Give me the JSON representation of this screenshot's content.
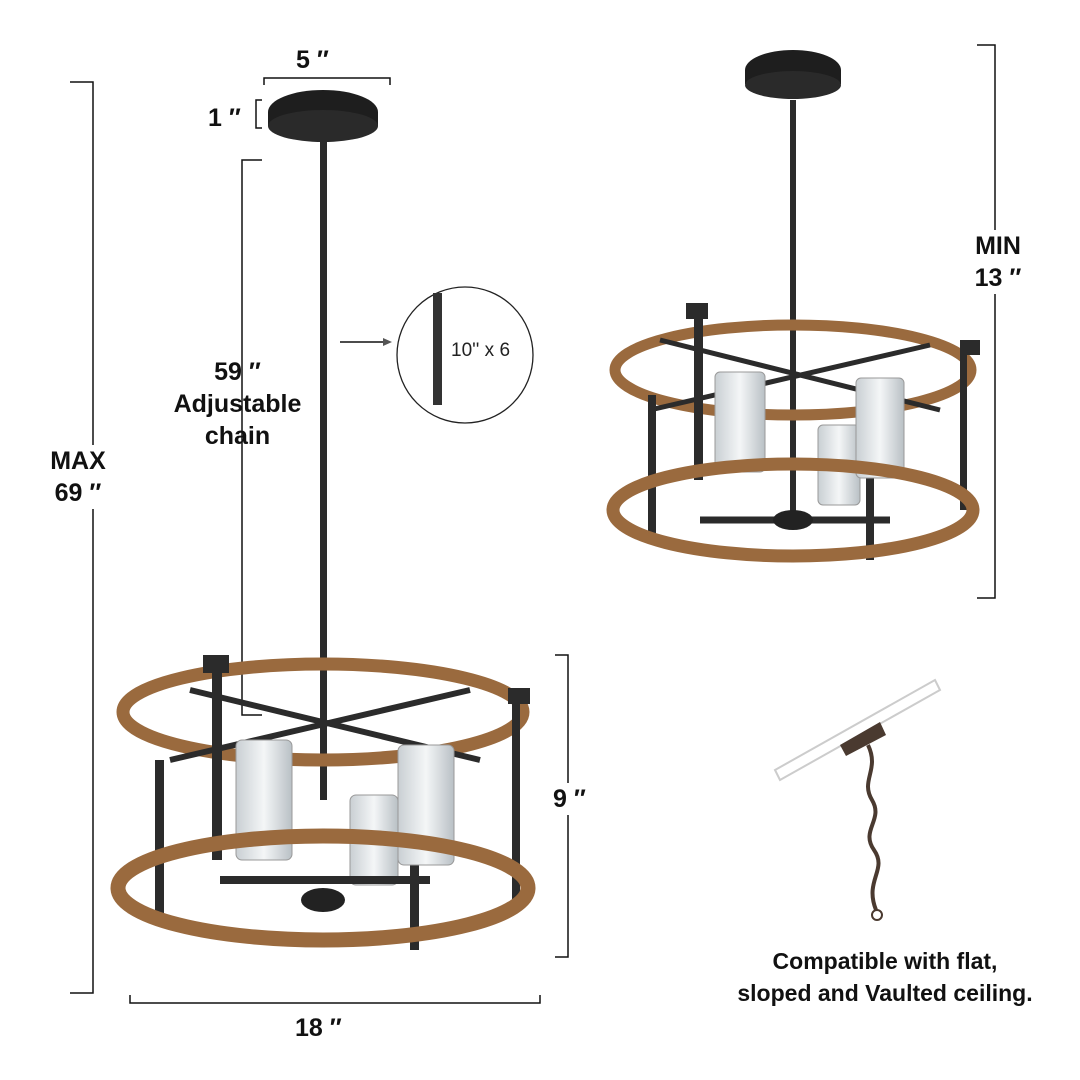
{
  "dimensions": {
    "canopy_width": "5 ″",
    "canopy_height": "1 ″",
    "chain_length": "59 ″",
    "chain_label_line1": "Adjustable",
    "chain_label_line2": "chain",
    "max_label": "MAX",
    "max_height": "69 ″",
    "body_height": "9 ″",
    "body_width": "18 ″",
    "min_label": "MIN",
    "min_height": "13 ″"
  },
  "inset": {
    "rod_spec": "10'' x 6"
  },
  "ceiling_note": {
    "line1": "Compatible with flat,",
    "line2": "sloped and Vaulted ceiling."
  },
  "colors": {
    "metal": "#2b2b2b",
    "wood": "#9a6a3e",
    "glass": "#d9dde0"
  }
}
